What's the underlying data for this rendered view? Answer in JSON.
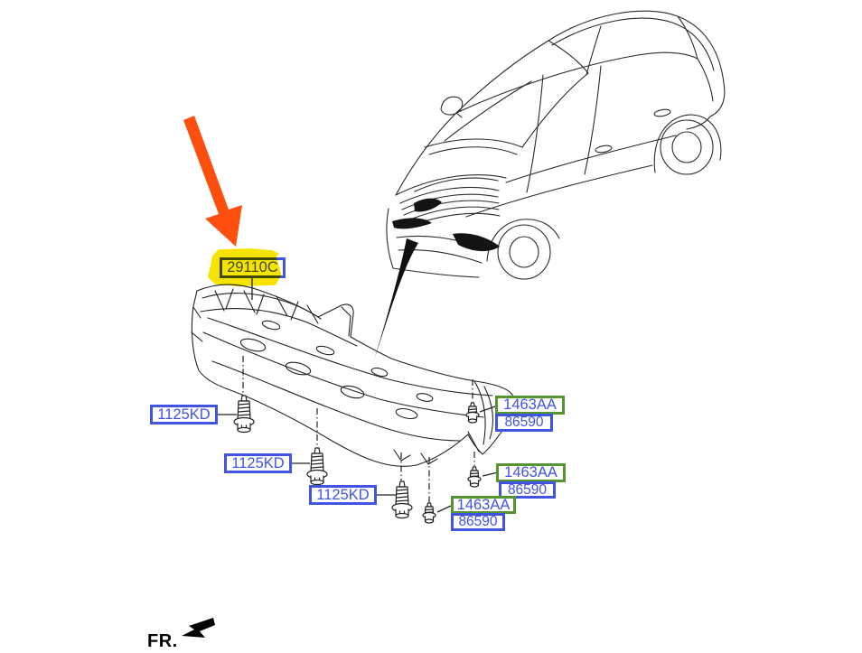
{
  "figure": {
    "description": "Under cover / engine splash shield parts diagram with fastener callouts",
    "main_part_label": {
      "code": "29110C",
      "highlighted": true
    },
    "bolt_labels": [
      {
        "code": "1125KD"
      },
      {
        "code": "1125KD"
      },
      {
        "code": "1125KD"
      }
    ],
    "clip_labels": [
      {
        "code": "1463AA",
        "sub_code": "86590"
      },
      {
        "code": "1463AA",
        "sub_code": "86590"
      },
      {
        "code": "1463AA",
        "sub_code": "86590"
      }
    ],
    "front_marker": {
      "label": "FR."
    }
  },
  "colors": {
    "label_blue": "#4153e3",
    "label_green": "#55952f",
    "highlight_yellow": "#f6e400",
    "callout_orange": "#fe4f0e",
    "line_art": "#2a2a2a",
    "background": "#ffffff"
  },
  "icons": {
    "callout_arrow": "orange-arrow-icon",
    "bolt": "flange-bolt-icon",
    "clip": "push-clip-screw-icon",
    "front_direction": "front-direction-arrow-icon"
  }
}
